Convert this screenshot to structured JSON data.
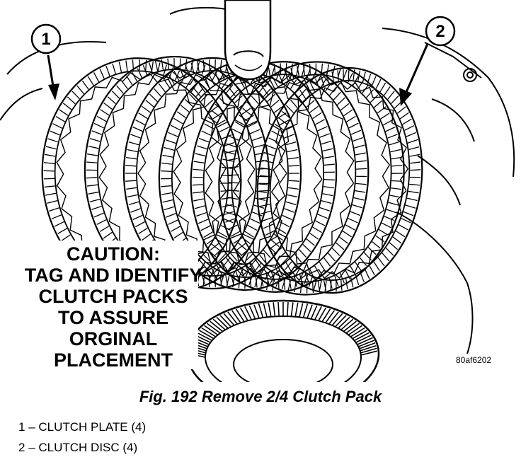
{
  "figure": {
    "caution_lines": [
      "CAUTION:",
      "TAG AND IDENTIFY",
      "CLUTCH PACKS",
      "TO ASSURE",
      "ORGINAL",
      "PLACEMENT"
    ],
    "callouts": [
      "1",
      "2"
    ],
    "ref_code": "80af6202"
  },
  "caption": "Fig. 192 Remove 2/4 Clutch Pack",
  "legend": [
    {
      "num": "1",
      "sep": " – ",
      "text": "CLUTCH PLATE (4)"
    },
    {
      "num": "2",
      "sep": " – ",
      "text": "CLUTCH DISC (4)"
    }
  ]
}
